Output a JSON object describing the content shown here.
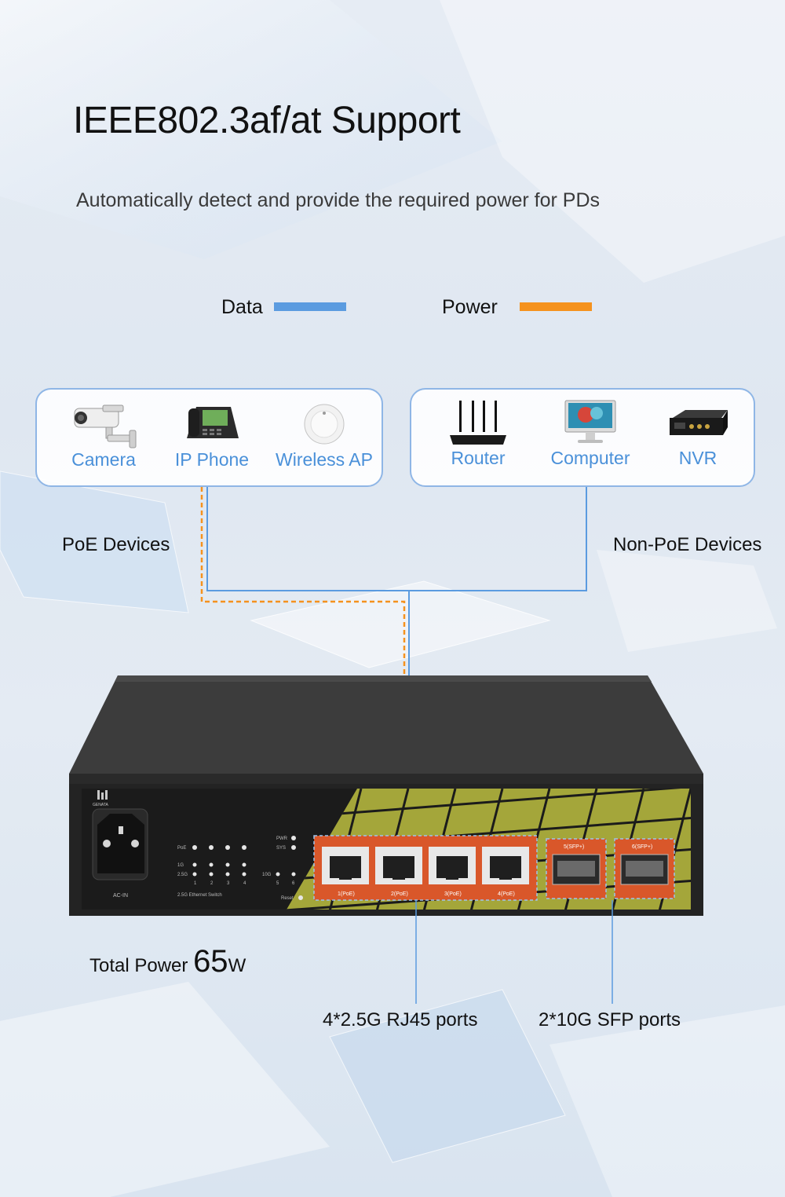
{
  "title": "IEEE802.3af/at Support",
  "subtitle": "Automatically detect and provide the required power for PDs",
  "legend": {
    "data_label": "Data",
    "data_color": "#5b9be0",
    "power_label": "Power",
    "power_color": "#f5921e"
  },
  "poe_devices": {
    "label": "PoE Devices",
    "items": [
      {
        "label": "Camera",
        "icon": "camera-icon"
      },
      {
        "label": "IP Phone",
        "icon": "ip-phone-icon"
      },
      {
        "label": "Wireless AP",
        "icon": "wireless-ap-icon"
      }
    ]
  },
  "non_poe_devices": {
    "label": "Non-PoE Devices",
    "items": [
      {
        "label": "Router",
        "icon": "router-icon"
      },
      {
        "label": "Computer",
        "icon": "computer-icon"
      },
      {
        "label": "NVR",
        "icon": "nvr-icon"
      }
    ]
  },
  "switch": {
    "brand": "GENATA",
    "model_label": "2.5G Ethernet Switch",
    "ac_label": "AC-IN",
    "led_labels": [
      "PoE",
      "1G",
      "2.5G",
      "PWR",
      "SYS",
      "10G",
      "Reset"
    ],
    "led_numbers_left": [
      "1",
      "2",
      "3",
      "4"
    ],
    "led_numbers_right": [
      "5",
      "6"
    ],
    "rj45_ports": [
      "1(PoE)",
      "2(PoE)",
      "3(PoE)",
      "4(PoE)"
    ],
    "sfp_ports": [
      "5(SFP+)",
      "6(SFP+)"
    ]
  },
  "total_power": {
    "prefix": "Total Power",
    "value": "65",
    "unit": "W"
  },
  "callouts": {
    "rj45": "4*2.5G RJ45 ports",
    "sfp": "2*10G SFP ports"
  }
}
